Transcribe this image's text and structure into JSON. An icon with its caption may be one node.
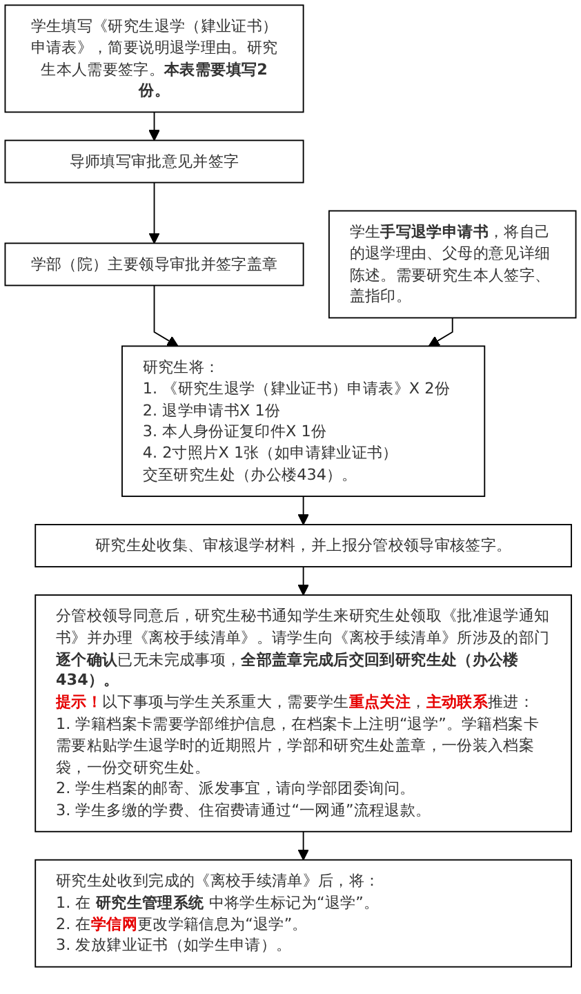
{
  "diagram": {
    "nodes": [
      {
        "text": [
          "学生填写《研究生退学（肄业证书）申请表》，简要说明退学理由。研究生本人需要签字。**本表需要填写2份。**"
        ]
      },
      {
        "text": [
          "学生**手写退学申请书**，将自己的退学理由、父母的意见详细陈述。需要研究生本人签字、盖指印。"
        ]
      },
      {
        "text": [
          "导师填写审批意见并签字"
        ]
      },
      {
        "text": [
          "学部（院）主要领导审批并签字盖章"
        ]
      },
      {
        "text": [
          "研究生将：",
          "1. 《研究生退学（肄业证书）申请表》X 2份",
          "2. 退学申请书X 1份",
          "3. 本人身份证复印件X 1份",
          "4. 2寸照片X 1张（如申请肄业证书）",
          "交至研究生处（办公楼434）。"
        ]
      },
      {
        "text": [
          "研究生处收集、审核退学材料，并上报分管校领导审核签字。"
        ]
      },
      {
        "text": [
          "分管校领导同意后，研究生秘书通知学生来研究生处领取《批准退学通知书》并办理《离校手续清单》。请学生向《离校手续清单》所涉及的部门**逐个确认**已无未完成事项，**全部盖章完成后交回到研究生处（办公楼434）。**",
          "**提示！**以下事项与学生关系重大，需要学生**重点关注**，**主动联系**推进：",
          "1. 学籍档案卡需要学部维护信息，在档案卡上注明“退学”。学籍档案卡需要粘贴学生退学时的近期照片，学部和研究生处盖章，一份装入档案袋，一份交研究生处。",
          "2. 学生档案的邮寄、派发事宜，请向学部团委询问。",
          "3. 学生多缴的学费、住宿费请通过“一网通”流程退款。"
        ]
      },
      {
        "text": [
          "研究生处收到完成的《离校手续清单》后，将：",
          "1. 在 **研究生管理系统** 中将学生标记为“退学”。",
          "2. 在**学信网**更改学籍信息为“退学”。",
          "3. 发放肄业证书（如学生申请）。"
        ]
      }
    ],
    "edges": [
      {
        "from": 0,
        "to": 2,
        "arrow": "to"
      },
      {
        "from": 2,
        "to": 3,
        "arrow": "to"
      },
      {
        "from": 3,
        "to": 4,
        "arrow": "to"
      },
      {
        "from": 1,
        "to": 4,
        "arrow": "to"
      },
      {
        "from": 4,
        "to": 5,
        "arrow": "to"
      },
      {
        "from": 5,
        "to": 6,
        "arrow": "to"
      },
      {
        "from": 6,
        "to": 7,
        "arrow": "to"
      }
    ]
  }
}
